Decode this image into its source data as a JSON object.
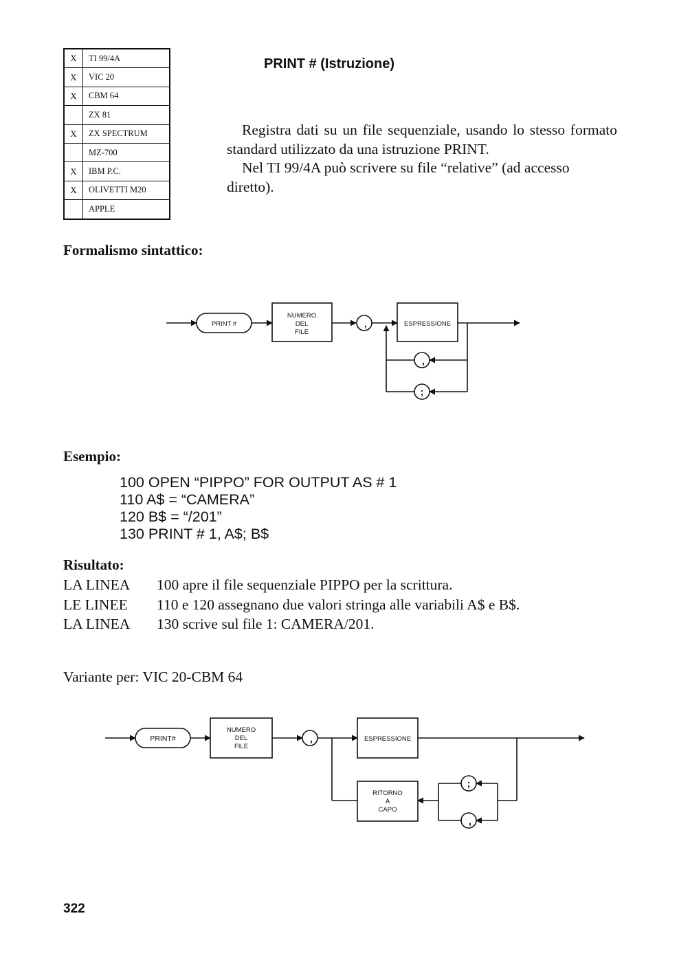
{
  "compatibility": [
    {
      "mark": "X",
      "name": "TI 99/4A"
    },
    {
      "mark": "X",
      "name": "VIC 20"
    },
    {
      "mark": "X",
      "name": "CBM 64"
    },
    {
      "mark": "",
      "name": "ZX 81"
    },
    {
      "mark": "X",
      "name": "ZX SPECTRUM"
    },
    {
      "mark": "",
      "name": "MZ-700"
    },
    {
      "mark": "X",
      "name": "IBM P.C."
    },
    {
      "mark": "X",
      "name": "OLIVETTI M20"
    },
    {
      "mark": "",
      "name": "APPLE"
    }
  ],
  "title": "PRINT # (Istruzione)",
  "description": [
    "Registra dati su un file sequenziale, usando lo stesso formato standard utilizzato da una istruzione PRINT.",
    "Nel TI 99/4A può scrivere su file “relative” (ad accesso diretto)."
  ],
  "formalism_heading": "Formalismo sintattico:",
  "diagram1": {
    "keyword": "PRINT #",
    "file_number": [
      "NUMERO",
      "DEL",
      "FILE"
    ],
    "comma": ",",
    "expression": "ESPRESSIONE",
    "loop_comma": ",",
    "loop_semicolon": ";"
  },
  "example_heading": "Esempio:",
  "code_lines": [
    "100 OPEN “PIPPO” FOR OUTPUT AS # 1",
    "110 A$ = “CAMERA”",
    "120 B$ = “/201”",
    "130 PRINT # 1, A$; B$"
  ],
  "result_heading": "Risultato:",
  "results": [
    {
      "label": "LA LINEA",
      "text": "100 apre il file sequenziale PIPPO per la scrittura."
    },
    {
      "label": "LE LINEE",
      "text": "110 e 120 assegnano due valori stringa alle variabili A$ e B$."
    },
    {
      "label": "LA LINEA",
      "text": "130 scrive sul file 1: CAMERA/201."
    }
  ],
  "variant": "Variante per: VIC 20-CBM 64",
  "diagram2": {
    "keyword": "PRINT#",
    "file_number": [
      "NUMERO",
      "DEL",
      "FILE"
    ],
    "comma": ",",
    "expression": "ESPRESSIONE",
    "return": [
      "RITORNO",
      "A",
      "CAPO"
    ],
    "loop_semicolon": ";",
    "loop_comma": ","
  },
  "page_number": "322"
}
